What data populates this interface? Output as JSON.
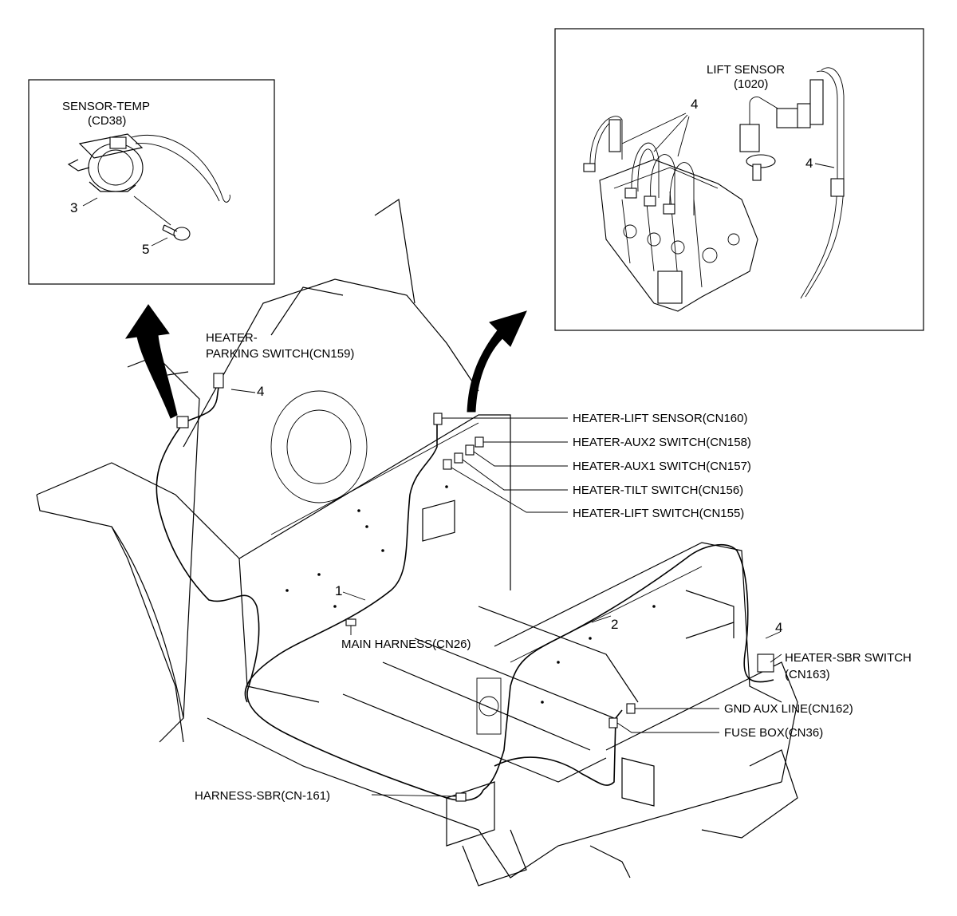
{
  "inset_left": {
    "title_line1": "SENSOR-TEMP",
    "title_line2": "(CD38)",
    "callout_3": "3",
    "callout_5": "5"
  },
  "inset_right": {
    "title_line1": "LIFT SENSOR",
    "title_line2": "(1020)",
    "callout_4a": "4",
    "callout_4b": "4"
  },
  "labels": {
    "heater_parking_line1": "HEATER-",
    "heater_parking_line2": "PARKING SWITCH(CN159)",
    "callout_4_parking": "4",
    "heater_lift_sensor": "HEATER-LIFT SENSOR(CN160)",
    "heater_aux2": "HEATER-AUX2 SWITCH(CN158)",
    "heater_aux1": "HEATER-AUX1 SWITCH(CN157)",
    "heater_tilt": "HEATER-TILT SWITCH(CN156)",
    "heater_lift_switch": "HEATER-LIFT SWITCH(CN155)",
    "callout_1": "1",
    "callout_2": "2",
    "main_harness": "MAIN HARNESS(CN26)",
    "callout_4_sbr": "4",
    "heater_sbr_line1": "HEATER-SBR SWITCH",
    "heater_sbr_line2": "(CN163)",
    "gnd_aux": "GND AUX LINE(CN162)",
    "fuse_box": "FUSE BOX(CN36)",
    "harness_sbr": "HARNESS-SBR(CN-161)"
  }
}
